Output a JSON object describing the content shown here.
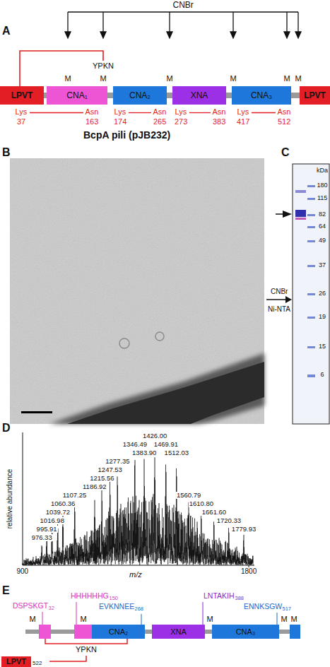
{
  "diagram": {
    "nodes": [
      {
        "text": [
          "LPVT"
        ]
      },
      {
        "text": [
          "CNA₁"
        ]
      },
      {
        "text": [
          "CNA₂"
        ]
      },
      {
        "text": [
          "XNA"
        ]
      },
      {
        "text": [
          "CNA₃"
        ]
      },
      {
        "text": [
          "LPVT"
        ]
      },
      {
        "text": [
          "CNA₂"
        ]
      },
      {
        "text": [
          "XNA"
        ]
      },
      {
        "text": [
          "CNA₃"
        ]
      },
      {
        "text": [
          "LPVT",
          "522"
        ]
      }
    ],
    "labels": [
      "A",
      "CNBr",
      "YPKN",
      "M",
      "M",
      "M",
      "M",
      "M",
      "M",
      "Lys",
      "Asn",
      "37",
      "163",
      "Lys",
      "Asn",
      "174",
      "265",
      "Lys",
      "Asn",
      "273",
      "383",
      "Lys",
      "Asn",
      "417",
      "512",
      "BcpA pili (pJB232)",
      "B",
      "C",
      "kDa",
      "180",
      "115",
      "82",
      "64",
      "49",
      "37",
      "26",
      "19",
      "15",
      "6",
      "CNBr",
      "Ni-NTA",
      "D",
      "1426.00",
      "1346.49",
      "1469.91",
      "1383.90",
      "1512.03",
      "1277.35",
      "1247.53",
      "1215.56",
      "1186.92",
      "1107.25",
      "1560.79",
      "1060.36",
      "1610.80",
      "1039.72",
      "1661.60",
      "1016.98",
      "1720.33",
      "995.91",
      "1779.93",
      "976.33",
      "relative abundance",
      "m/z",
      "900",
      "1800",
      "E",
      "HHHHHHG",
      "150",
      "LNTAKIH",
      "388",
      "DSPSKGT",
      "32",
      "EVKNNEE",
      "268",
      "ENNKSGW",
      "517",
      "M",
      "M",
      "M",
      "M",
      "M",
      "YPKN"
    ]
  }
}
